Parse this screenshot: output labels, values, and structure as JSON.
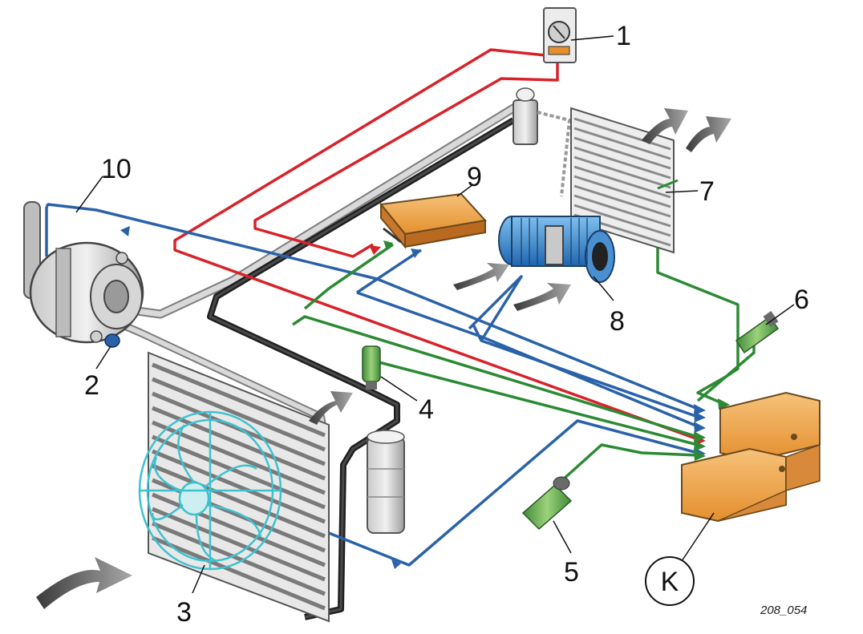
{
  "figure_code": "208_054",
  "badge_letter": "K",
  "callouts": [
    {
      "id": "1",
      "text": "1"
    },
    {
      "id": "2",
      "text": "2"
    },
    {
      "id": "3",
      "text": "3"
    },
    {
      "id": "4",
      "text": "4"
    },
    {
      "id": "5",
      "text": "5"
    },
    {
      "id": "6",
      "text": "6"
    },
    {
      "id": "7",
      "text": "7"
    },
    {
      "id": "8",
      "text": "8"
    },
    {
      "id": "9",
      "text": "9"
    },
    {
      "id": "10",
      "text": "10"
    }
  ],
  "colors": {
    "red_wire": "#d8222a",
    "blue_wire": "#2a62a8",
    "green_wire": "#2d8a34",
    "refrigerant_dark": "#2b2b2b",
    "refrigerant_light": "#a6a6a6",
    "ecu_orange": "#f2a84a",
    "fan_cyan": "#3cc2cf",
    "blower_blue": "#3a8ed6",
    "airflow_grey": "#6b6b6b"
  }
}
